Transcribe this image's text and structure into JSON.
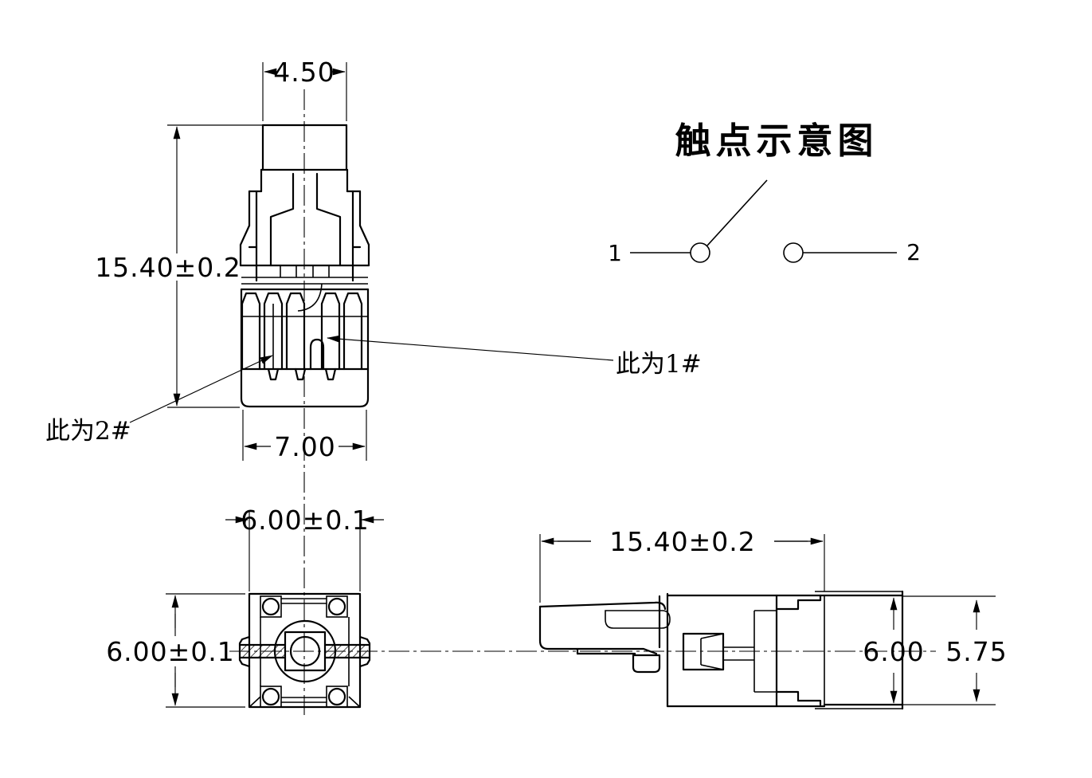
{
  "app": {
    "background": "#ffffff",
    "line_color": "#000000"
  },
  "contact_diagram": {
    "title": "触点示意图",
    "pin1_label": "1",
    "pin2_label": "2"
  },
  "front_view": {
    "dim_stem_width": "4.50",
    "dim_height": "15.40±0.2",
    "dim_base_width": "7.00",
    "callout_pin1": "此为1#",
    "callout_pin2": "此为2#"
  },
  "bottom_view": {
    "dim_width": "6.00±0.1",
    "dim_height": "6.00±0.1"
  },
  "side_view": {
    "dim_length": "15.40±0.2",
    "dim_height_body": "6.00",
    "dim_height_cover": "5.75"
  }
}
